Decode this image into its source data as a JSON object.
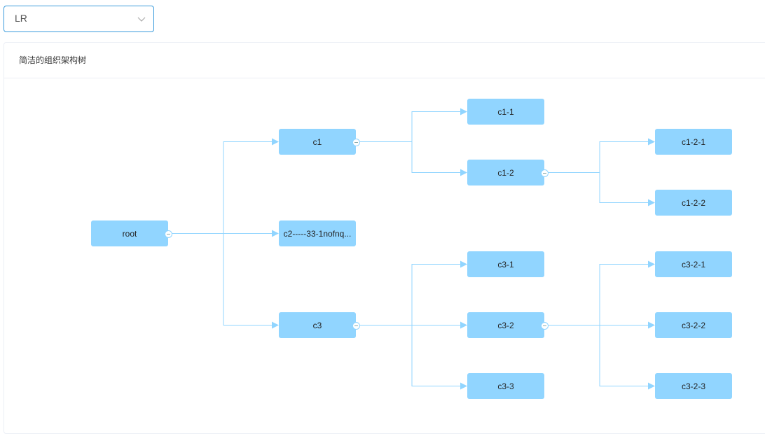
{
  "layout_select": {
    "value": "LR"
  },
  "card": {
    "title": "简洁的组织架构树"
  },
  "tree": {
    "edge_color": "#91d5ff",
    "node_color": "#91d5ff",
    "nodes": [
      {
        "id": "root",
        "label": "root"
      },
      {
        "id": "c1",
        "label": "c1"
      },
      {
        "id": "c2",
        "label": "c2-----33-1nofnq..."
      },
      {
        "id": "c3",
        "label": "c3"
      },
      {
        "id": "c1-1",
        "label": "c1-1"
      },
      {
        "id": "c1-2",
        "label": "c1-2"
      },
      {
        "id": "c1-2-1",
        "label": "c1-2-1"
      },
      {
        "id": "c1-2-2",
        "label": "c1-2-2"
      },
      {
        "id": "c3-1",
        "label": "c3-1"
      },
      {
        "id": "c3-2",
        "label": "c3-2"
      },
      {
        "id": "c3-3",
        "label": "c3-3"
      },
      {
        "id": "c3-2-1",
        "label": "c3-2-1"
      },
      {
        "id": "c3-2-2",
        "label": "c3-2-2"
      },
      {
        "id": "c3-2-3",
        "label": "c3-2-3"
      }
    ],
    "edges": [
      [
        "root",
        "c1"
      ],
      [
        "root",
        "c2"
      ],
      [
        "root",
        "c3"
      ],
      [
        "c1",
        "c1-1"
      ],
      [
        "c1",
        "c1-2"
      ],
      [
        "c1-2",
        "c1-2-1"
      ],
      [
        "c1-2",
        "c1-2-2"
      ],
      [
        "c3",
        "c3-1"
      ],
      [
        "c3",
        "c3-2"
      ],
      [
        "c3",
        "c3-3"
      ],
      [
        "c3-2",
        "c3-2-1"
      ],
      [
        "c3-2",
        "c3-2-2"
      ],
      [
        "c3-2",
        "c3-2-3"
      ]
    ],
    "collapsible": [
      "root",
      "c1",
      "c1-2",
      "c3",
      "c3-2"
    ]
  }
}
